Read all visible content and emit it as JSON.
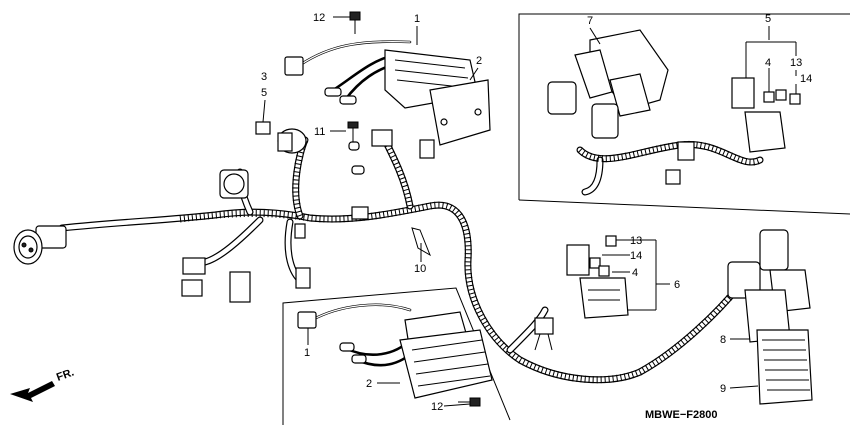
{
  "diagram": {
    "callouts": {
      "n1_top": "1",
      "n2_top": "2",
      "n3": "3",
      "n5_left": "5",
      "n7": "7",
      "n5_right": "5",
      "n4_right": "4",
      "n13_right": "13",
      "n14_right": "14",
      "n11": "11",
      "n12_top": "12",
      "n10": "10",
      "n13_mid": "13",
      "n14_mid": "14",
      "n4_mid": "4",
      "n6": "6",
      "n1_bottom": "1",
      "n2_bottom": "2",
      "n12_bottom": "12",
      "n8": "8",
      "n9": "9"
    },
    "direction_label": "FR.",
    "diagram_code": "MBWE−F2800"
  }
}
